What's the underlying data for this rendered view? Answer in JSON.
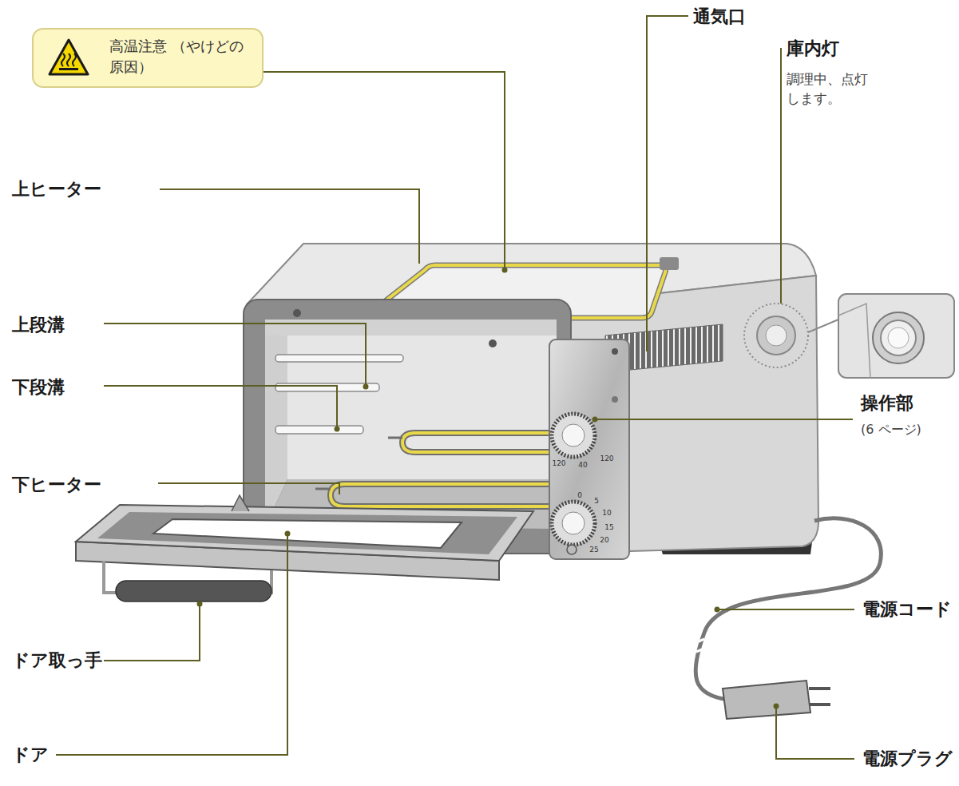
{
  "diagram": {
    "nodes": [
      {
        "text": [
          "高温注意 （やけどの原因）"
        ]
      }
    ],
    "labels": [
      "上ヒーター",
      "上段溝",
      "下段溝",
      "下ヒーター",
      "ドア取っ手",
      "ドア",
      "通気口",
      "庫内灯",
      "調理中、点灯 します。",
      "操作部",
      "(6 ページ)",
      "電源コード",
      "電源プラグ",
      "120",
      "40",
      "120",
      "0",
      "5",
      "10",
      "15",
      "20",
      "25"
    ]
  }
}
